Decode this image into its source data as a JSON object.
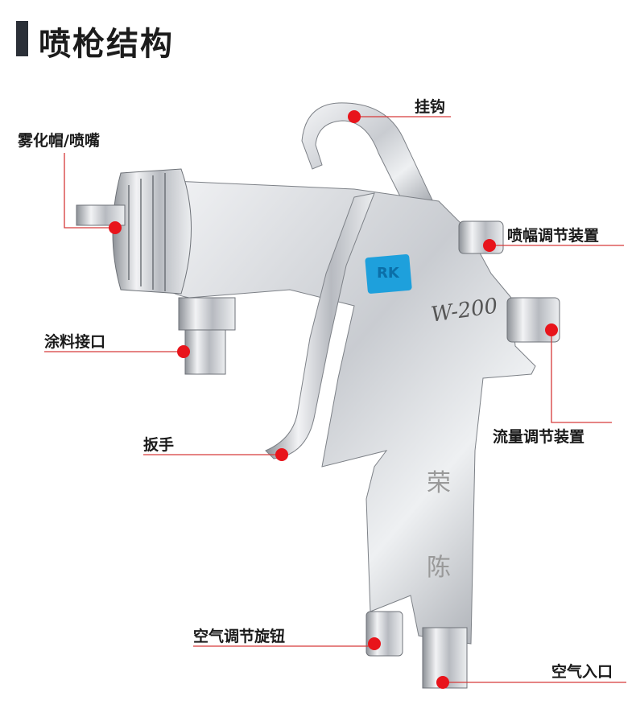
{
  "title": "喷枪结构",
  "parts": {
    "hook": "挂钩",
    "air_cap_nozzle": "雾化帽/喷嘴",
    "fan_adjuster": "喷幅调节装置",
    "paint_inlet": "涂料接口",
    "fluid_adjuster": "流量调节装置",
    "trigger": "扳手",
    "air_adjust_knob": "空气调节旋钮",
    "air_inlet": "空气入口"
  },
  "gun_markings": {
    "model": "W-200",
    "brand_char_1": "荣",
    "brand_char_2": "陈",
    "logo": "RK"
  },
  "colors": {
    "marker": "#e8141b",
    "line": "#d63a3a",
    "logo": "#1ea0dc"
  }
}
